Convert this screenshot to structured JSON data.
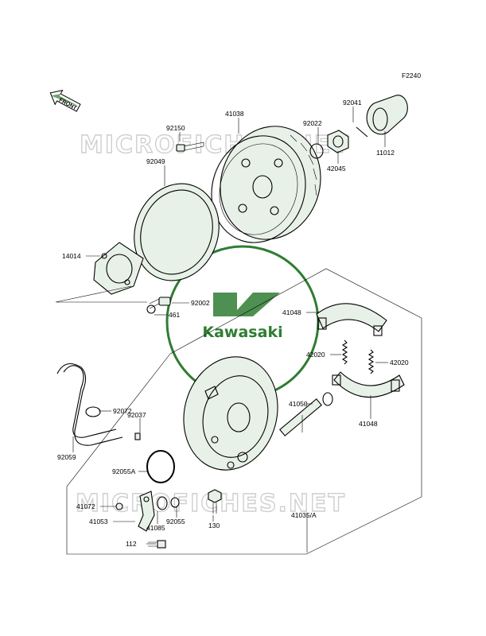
{
  "diagram_code": "F2240",
  "front_arrow_text": "FRONT",
  "brand_text": "Kawasaki",
  "watermark_text": "MICROFICHES.NET",
  "brand_color": "#2f7d32",
  "parts": [
    {
      "id": "11012",
      "label": "11012"
    },
    {
      "id": "92041",
      "label": "92041"
    },
    {
      "id": "92022",
      "label": "92022"
    },
    {
      "id": "42045",
      "label": "42045"
    },
    {
      "id": "41038",
      "label": "41038"
    },
    {
      "id": "92150",
      "label": "92150"
    },
    {
      "id": "92049",
      "label": "92049"
    },
    {
      "id": "14014",
      "label": "14014"
    },
    {
      "id": "92002",
      "label": "92002"
    },
    {
      "id": "461",
      "label": "461"
    },
    {
      "id": "41048a",
      "label": "41048"
    },
    {
      "id": "42020a",
      "label": "42020"
    },
    {
      "id": "42020b",
      "label": "42020"
    },
    {
      "id": "41050",
      "label": "41050"
    },
    {
      "id": "41048b",
      "label": "41048"
    },
    {
      "id": "92072",
      "label": "92072"
    },
    {
      "id": "92037",
      "label": "92037"
    },
    {
      "id": "92059",
      "label": "92059"
    },
    {
      "id": "92055A",
      "label": "92055A"
    },
    {
      "id": "41072",
      "label": "41072"
    },
    {
      "id": "41053",
      "label": "41053"
    },
    {
      "id": "41085",
      "label": "41085"
    },
    {
      "id": "92055",
      "label": "92055"
    },
    {
      "id": "130",
      "label": "130"
    },
    {
      "id": "112",
      "label": "112"
    },
    {
      "id": "41035A",
      "label": "41035/A"
    }
  ]
}
